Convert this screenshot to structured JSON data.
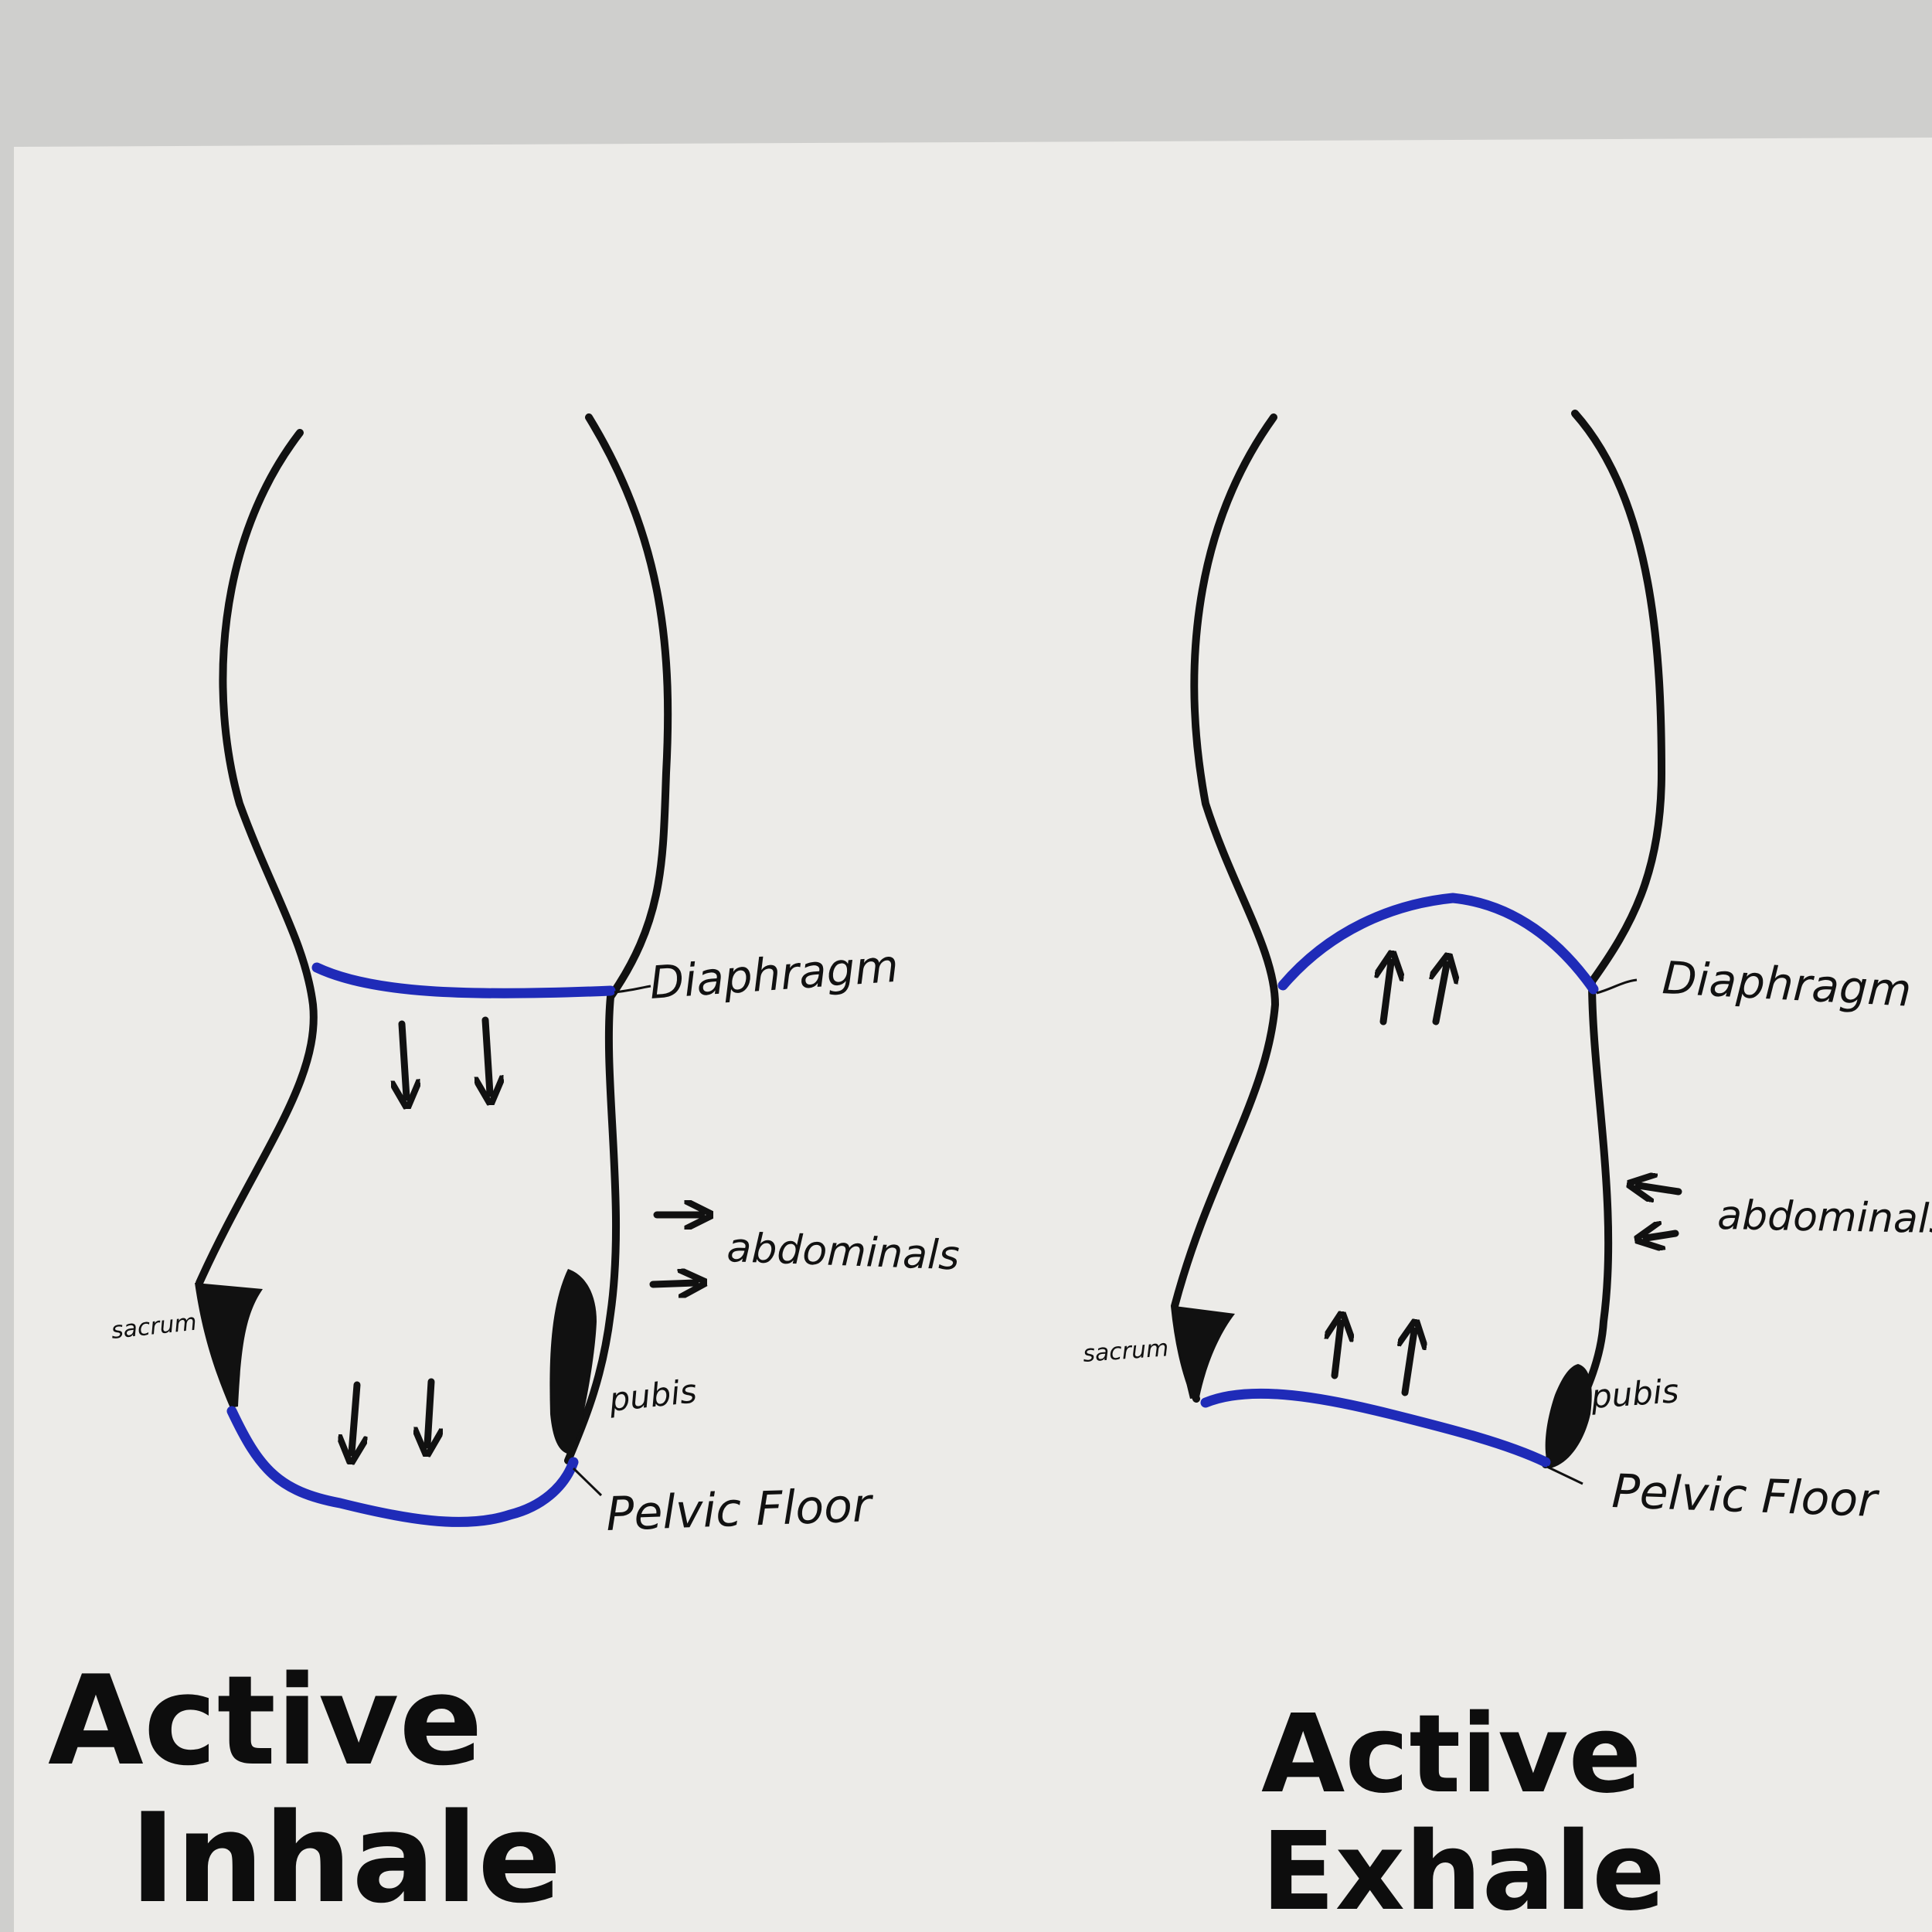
{
  "colors": {
    "wall": "#cfcfcd",
    "paper": "#ecebe8",
    "ink": "#111111",
    "blue": "#1f2bb8"
  },
  "diagrams": [
    {
      "id": "inhale",
      "title_line1": "Active",
      "title_line2": "Inhale",
      "labels": {
        "diaphragm": "Diaphragm",
        "abdominals": "abdominals",
        "sacrum": "sacrum",
        "pubis": "pubis",
        "pelvic_floor": "Pelvic Floor"
      },
      "arrow_icons": [
        "arrow-down-icon",
        "arrow-right-icon"
      ]
    },
    {
      "id": "exhale",
      "title_line1": "Active",
      "title_line2": "Exhale",
      "labels": {
        "diaphragm": "Diaphragm",
        "abdominals": "abdominals",
        "sacrum": "sacrum",
        "pubis": "pubis",
        "pelvic_floor": "Pelvic Floor"
      },
      "arrow_icons": [
        "arrow-up-icon",
        "arrow-left-icon"
      ]
    }
  ]
}
